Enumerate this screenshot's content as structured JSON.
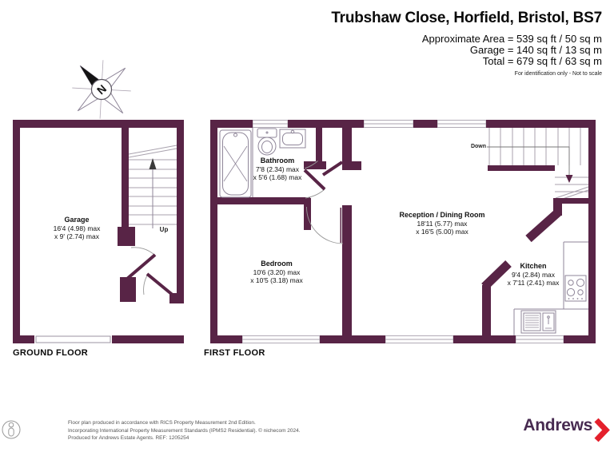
{
  "header": {
    "title": "Trubshaw Close, Horfield, Bristol, BS7",
    "area_lines": [
      "Approximate Area = 539 sq ft / 50 sq m",
      "Garage = 140 sq ft / 13 sq m",
      "Total = 679 sq ft / 63 sq m"
    ],
    "disclaimer": "For identification only - Not to scale"
  },
  "compass": {
    "north": "N"
  },
  "floors": {
    "ground": {
      "label": "GROUND FLOOR",
      "stair_label": "Up",
      "rooms": {
        "garage": {
          "name": "Garage",
          "dim1": "16'4 (4.98) max",
          "dim2": "x 9' (2.74) max"
        }
      }
    },
    "first": {
      "label": "FIRST FLOOR",
      "stair_label": "Down",
      "rooms": {
        "bathroom": {
          "name": "Bathroom",
          "dim1": "7'8 (2.34) max",
          "dim2": "x 5'6 (1.68) max"
        },
        "bedroom": {
          "name": "Bedroom",
          "dim1": "10'6 (3.20) max",
          "dim2": "x 10'5 (3.18) max"
        },
        "reception": {
          "name": "Reception / Dining Room",
          "dim1": "18'11 (5.77) max",
          "dim2": "x 16'5 (5.00) max"
        },
        "kitchen": {
          "name": "Kitchen",
          "dim1": "9'4 (2.84) max",
          "dim2": "x 7'11 (2.41) max"
        }
      }
    }
  },
  "footer": {
    "lines": [
      "Floor plan produced in accordance with RICS Property Measurement 2nd Edition.",
      "Incorporating International Property Measurement Standards (IPMS2 Residential).  © nichecom 2024.",
      "Produced for Andrews Estate Agents.   REF: 1205254"
    ]
  },
  "logo": {
    "brand": "Andrews"
  },
  "colors": {
    "wall": "#582446",
    "chevron_red": "#e4202c",
    "logo_purple": "#472a50"
  }
}
